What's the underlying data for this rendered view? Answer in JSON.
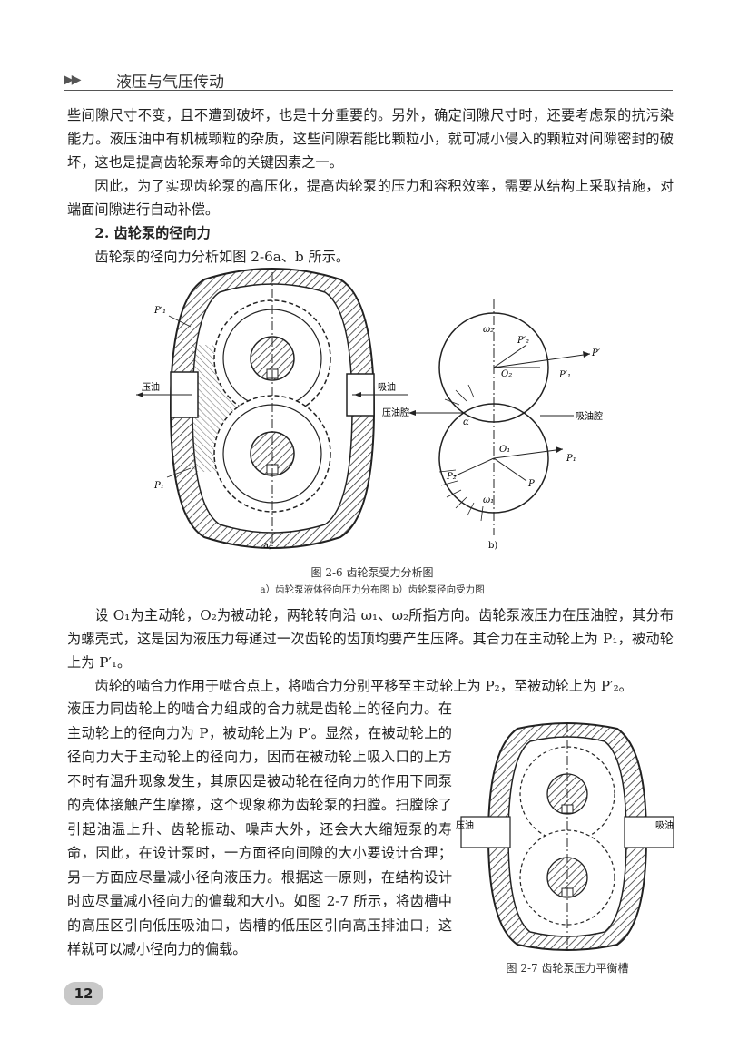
{
  "header": {
    "arrows": "▶▶",
    "title": "液压与气压传动"
  },
  "body": {
    "p1": "些间隙尺寸不变，且不遭到破坏，也是十分重要的。另外，确定间隙尺寸时，还要考虑泵的抗污染能力。液压油中有机械颗粒的杂质，这些间隙若能比颗粒小，就可减小侵入的颗粒对间隙密封的破坏，这也是提高齿轮泵寿命的关键因素之一。",
    "p2": "因此，为了实现齿轮泵的高压化，提高齿轮泵的压力和容积效率，需要从结构上采取措施，对端面间隙进行自动补偿。",
    "heading": "2. 齿轮泵的径向力",
    "p3": "齿轮泵的径向力分析如图 2-6a、b 所示。",
    "p4": "设 O₁为主动轮，O₂为被动轮，两轮转向沿 ω₁、ω₂所指方向。齿轮泵液压力在压油腔，其分布为螺壳式，这是因为液压力每通过一次齿轮的齿顶均要产生压降。其合力在主动轮上为 P₁，被动轮上为 P′₁。",
    "p5": "齿轮的啮合力作用于啮合点上，将啮合力分别平移至主动轮上为 P₂，至被动轮上为 P′₂。",
    "p6": "液压力同齿轮上的啮合力组成的合力就是齿轮上的径向力。在主动轮上的径向力为 P，被动轮上为 P′。显然，在被动轮上的径向力大于主动轮上的径向力，因而在被动轮上吸入口的上方不时有温升现象发生，其原因是被动轮在径向力的作用下同泵的壳体接触产生摩擦，这个现象称为齿轮泵的扫膛。扫膛除了引起油温上升、齿轮振动、噪声大外，还会大大缩短泵的寿命，因此，在设计泵时，一方面径向间隙的大小要设计合理；另一方面应尽量减小径向液压力。根据这一原则，在结构设计时应尽量减小径向力的偏载和大小。如图 2-7 所示，将齿槽中的高压区引向低压吸油口，齿槽的低压区引向高压排油口，这样就可以减小径向力的偏载。"
  },
  "figure_2_6": {
    "caption": "图 2-6    齿轮泵受力分析图",
    "subcaption": "a）齿轮泵液体径向压力分布图    b）齿轮泵径向受力图",
    "a": {
      "label": "a)",
      "p1prime": "P′₁",
      "p1": "P₁",
      "left_port": "压油",
      "right_port": "吸油"
    },
    "b": {
      "label": "b)",
      "omega2": "ω₂",
      "omega1": "ω₁",
      "o2": "O₂",
      "o1": "O₁",
      "p2prime": "P′₂",
      "pprime": "P′",
      "p1prime": "P′₁",
      "p1": "P₁",
      "p2": "P₂",
      "p": "P",
      "alpha": "α",
      "left_cavity": "压油腔",
      "right_cavity": "吸油腔"
    }
  },
  "figure_2_7": {
    "caption": "图 2-7    齿轮泵压力平衡槽",
    "left_port": "压油",
    "right_port": "吸油"
  },
  "page_number": "12"
}
